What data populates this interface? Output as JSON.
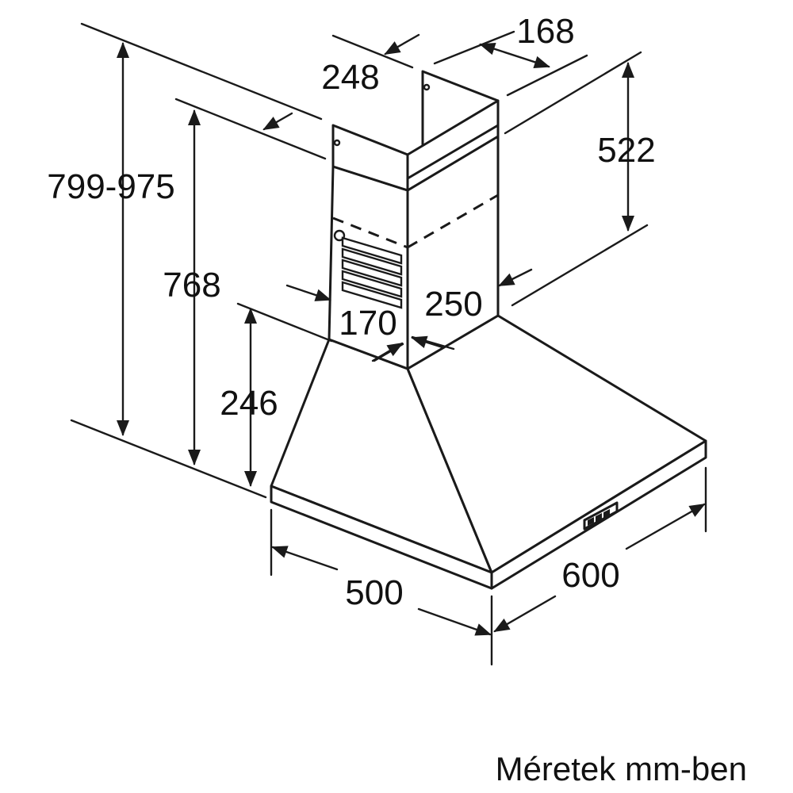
{
  "colors": {
    "line": "#1a1a1a",
    "text": "#111111",
    "background": "#ffffff"
  },
  "dimensions": {
    "total_height_range": "799-975",
    "chimney_top_height": "768",
    "canopy_height": "246",
    "upper_chimney_height": "522",
    "chimney_width_top": "168",
    "chimney_depth_top": "248",
    "chimney_depth_lower": "170",
    "chimney_width_lower": "250",
    "canopy_depth": "500",
    "canopy_width": "600"
  },
  "caption": "Méretek mm-ben"
}
